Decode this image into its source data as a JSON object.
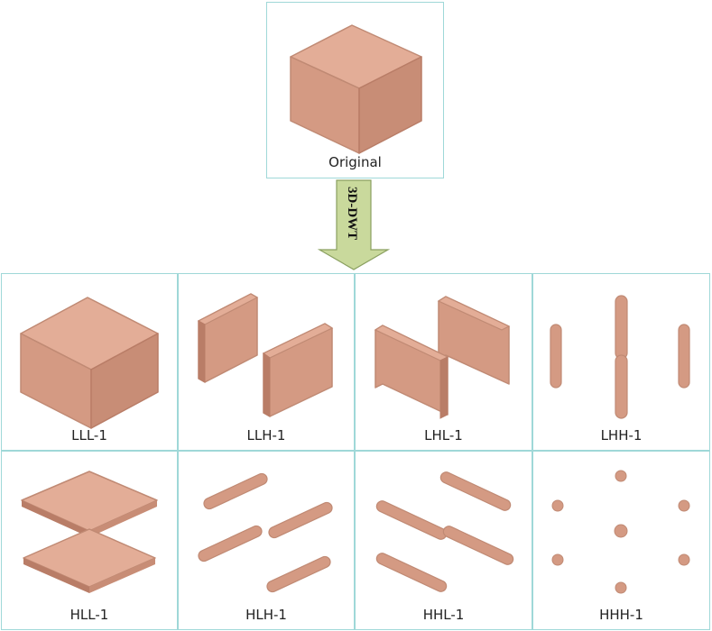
{
  "figure": {
    "original": {
      "label": "Original"
    },
    "transform": {
      "label": "3D-DWT"
    },
    "subbands": [
      {
        "label": "LLL-1",
        "kind": "cube"
      },
      {
        "label": "LLH-1",
        "kind": "plates-vertical-a"
      },
      {
        "label": "LHL-1",
        "kind": "plates-vertical-b"
      },
      {
        "label": "LHH-1",
        "kind": "vertical-rods"
      },
      {
        "label": "HLL-1",
        "kind": "plates-horizontal"
      },
      {
        "label": "HLH-1",
        "kind": "diagonal-rods-a"
      },
      {
        "label": "HHL-1",
        "kind": "diagonal-rods-b"
      },
      {
        "label": "HHH-1",
        "kind": "spheres"
      }
    ]
  },
  "colors": {
    "shape_fill": "#d49a83",
    "shape_top": "#e3ad97",
    "shape_dark": "#b97d67",
    "panel_border": "#9fd8d8",
    "arrow_fill": "#c9d99c",
    "arrow_stroke": "#8aa060"
  }
}
